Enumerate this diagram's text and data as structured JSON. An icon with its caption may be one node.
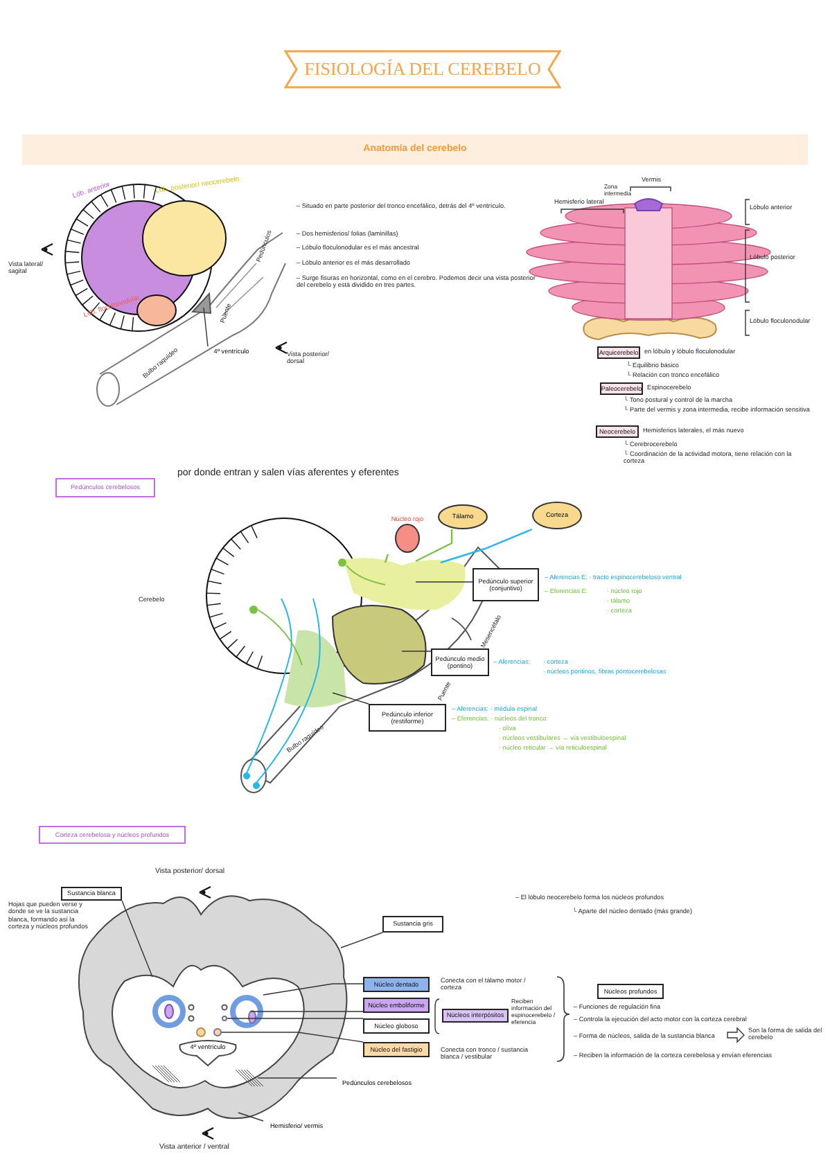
{
  "diagram": {
    "title": "FISIOLOGÍA DEL CEREBELO",
    "nodes": [
      {
        "text": [
          "Anatomía del cerebelo"
        ]
      },
      {
        "text": [
          "Arquicerebelo"
        ],
        "beside": [
          "en lóbulo y lóbulo floculonodular"
        ]
      },
      {
        "text": [
          "Paleocerebelo"
        ],
        "beside": [
          "Espinocerebelo"
        ]
      },
      {
        "text": [
          "Neocerebelo"
        ],
        "beside": [
          "Hemisferios laterales, el más nuevo"
        ]
      },
      {
        "text": [
          "Pedúnculos cerebelosos"
        ]
      },
      {
        "text": [
          "Tálamo"
        ]
      },
      {
        "text": [
          "Corteza"
        ]
      },
      {
        "text": [
          "Núcleo rojo"
        ]
      },
      {
        "text": [
          "Pedúnculo superior (conjuntivo)"
        ]
      },
      {
        "text": [
          "Pedúnculo medio (pontino)"
        ]
      },
      {
        "text": [
          "Pedúnculo inferior (restiforme)"
        ]
      },
      {
        "text": [
          "Corteza cerebelosa y núcleos profundos"
        ]
      },
      {
        "text": [
          "Sustancia blanca"
        ]
      },
      {
        "text": [
          "Sustancia gris"
        ]
      },
      {
        "text": [
          "Núcleo dentado"
        ]
      },
      {
        "text": [
          "Núcleo emboliforme"
        ]
      },
      {
        "text": [
          "Núcleo globoso"
        ]
      },
      {
        "text": [
          "Núcleo del fastigio"
        ]
      },
      {
        "text": [
          "Núcleos interpósitos"
        ]
      },
      {
        "text": [
          "Núcleos profundos"
        ]
      },
      {
        "text": [
          "4º ventrículo"
        ]
      },
      {
        "text": [
          "Pedúnculos cerebelosos"
        ]
      },
      {
        "text": [
          "Hemisferio/ vermis"
        ]
      },
      {
        "text": [],
        "shape": "picture"
      },
      {
        "text": [],
        "shape": "picture",
        "in": 23
      },
      {
        "text": [],
        "shape": "circle",
        "in": 24
      },
      {
        "text": [],
        "shape": "circle",
        "in": 25
      },
      {
        "text": [],
        "shape": "circle",
        "in": 24
      },
      {
        "text": [],
        "shape": "circle",
        "in": 24
      },
      {
        "text": [
          "4º ventrículo"
        ],
        "in": 24
      },
      {
        "text": [],
        "shape": "picture",
        "in": 24
      },
      {
        "text": [],
        "shape": "blob"
      },
      {
        "text": [],
        "shape": "blob"
      },
      {
        "text": [],
        "shape": "blob"
      },
      {
        "text": [],
        "shape": "picture"
      }
    ],
    "edges": [
      {
        "from": 8,
        "to": 31,
        "arrow": "none"
      },
      {
        "from": 9,
        "to": 32,
        "arrow": "none"
      },
      {
        "from": 10,
        "to": 33,
        "arrow": "none"
      },
      {
        "from": 12,
        "to": 24,
        "arrow": "none"
      },
      {
        "from": 13,
        "to": 23,
        "arrow": "none"
      },
      {
        "from": 14,
        "to": 25,
        "arrow": "none"
      },
      {
        "from": 15,
        "to": 26,
        "arrow": "none"
      },
      {
        "from": 16,
        "to": 27,
        "arrow": "none"
      },
      {
        "from": 17,
        "to": 28,
        "arrow": "none"
      },
      {
        "from": 20,
        "to": 34,
        "arrow": "none"
      },
      {
        "from": 21,
        "to": 30,
        "arrow": "none"
      },
      {
        "from": 22,
        "to": 23,
        "arrow": "none"
      },
      {
        "from": 31,
        "to": 5,
        "arrow": "none",
        "color": "#7cc242"
      },
      {
        "from": 31,
        "to": 7,
        "arrow": "none",
        "color": "#7cc242"
      },
      {
        "from": 31,
        "to": 6,
        "arrow": "none",
        "color": "#29b6e8"
      }
    ],
    "labels": [
      "Lób. anterior",
      "Lób. posterior/ neocerebelo",
      "Lób. floculonodular",
      "Vista lateral/ sagital",
      "Pedúnculos",
      "Puente",
      "Bulbo raquídeo",
      "– Situado en parte posterior del tronco encefálico, detrás del 4º ventrículo.",
      "– Dos hemisferios/ folias (laminillas)",
      "– Lóbulo floculonodular es el más ancestral",
      "– Lóbulo anterior es el más desarrollado",
      "– Surge fisuras en horizontal, como en el cerebro. Podemos decir una vista posterior del cerebelo y está dividido en tres partes.",
      "Vista posterior/ dorsal",
      "Vermis",
      "Zona intermedia",
      "Hemisferio lateral",
      "Lóbulo anterior",
      "Lóbulo posterior",
      "Lóbulo floculonodular",
      "└ Equilibrio básico",
      "└ Relación con tronco encefálico",
      "└ Tono postural y control de la marcha",
      "└ Parte del vermis y zona intermedia, recibe información sensitiva",
      "└ Cerebrocerebelo",
      "└ Coordinación de la actividad motora, tiene relación con la corteza",
      "por donde entran y salen vías aferentes y eferentes",
      "Cerebelo",
      "Mesencéfalo",
      "Puente",
      "Bulbo raquídeo",
      "– Aferencias E: · tracto espinocerebeloso ventral",
      "– Eferencias E:",
      "· núcleo rojo",
      "· tálamo",
      "· corteza",
      "– Aferencias:",
      "· corteza",
      "· núcleos pontinos, fibras pontocerebelosas",
      "– Aferencias: · médula espinal",
      "– Eferencias: · núcleos del tronco:",
      "· oliva",
      "· núcleos vestibulares → vía vestibuloespinal",
      "· núcleo reticular → vía reticuloespinal",
      "Vista posterior/ dorsal",
      "Hojas que pueden verse y donde se ve la sustancia blanca, formando así la corteza y núcleos profundos",
      "Vista anterior / ventral",
      "– El lóbulo neocerebelo forma los núcleos profundos",
      "└ Aparte del núcleo dentado (más grande)",
      "Conecta con el tálamo motor / corteza",
      "Reciben información del espinocerebelo / eferencia",
      "Conecta con tronco / sustancia blanca / vestibular",
      "– Funciones de regulación fina",
      "– Controla la ejecución del acto motor con la corteza cerebral",
      "– Forma de núcleos, salida de la sustancia blanca",
      "Son la forma de salida del cerebelo",
      "– Reciben la información de la corteza cerebelosa y envían eferencias"
    ]
  }
}
